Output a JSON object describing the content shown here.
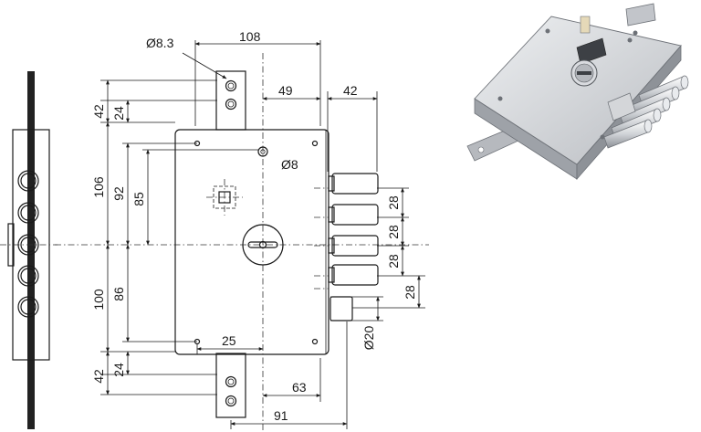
{
  "dimensions": {
    "d_8_3": "Ø8.3",
    "w_108": "108",
    "w_49": "49",
    "w_42_top": "42",
    "h_42_top": "42",
    "h_24_top": "24",
    "h_106": "106",
    "h_92": "92",
    "h_85": "85",
    "d_8": "Ø8",
    "pitch_1": "28",
    "pitch_2": "28",
    "pitch_3": "28",
    "pitch_4": "28",
    "h_100": "100",
    "h_86": "86",
    "w_25": "25",
    "d_20": "Ø20",
    "h_42_bottom": "42",
    "h_24_bottom": "24",
    "w_63": "63",
    "w_91": "91"
  },
  "colors": {
    "line": "#1a1a1a",
    "lock_body": "#c9cbcf",
    "lock_face": "#e4e6ea",
    "bolt_chrome": "#f2f2f2"
  },
  "photo": {
    "icon": "lock-photo-illustration"
  }
}
